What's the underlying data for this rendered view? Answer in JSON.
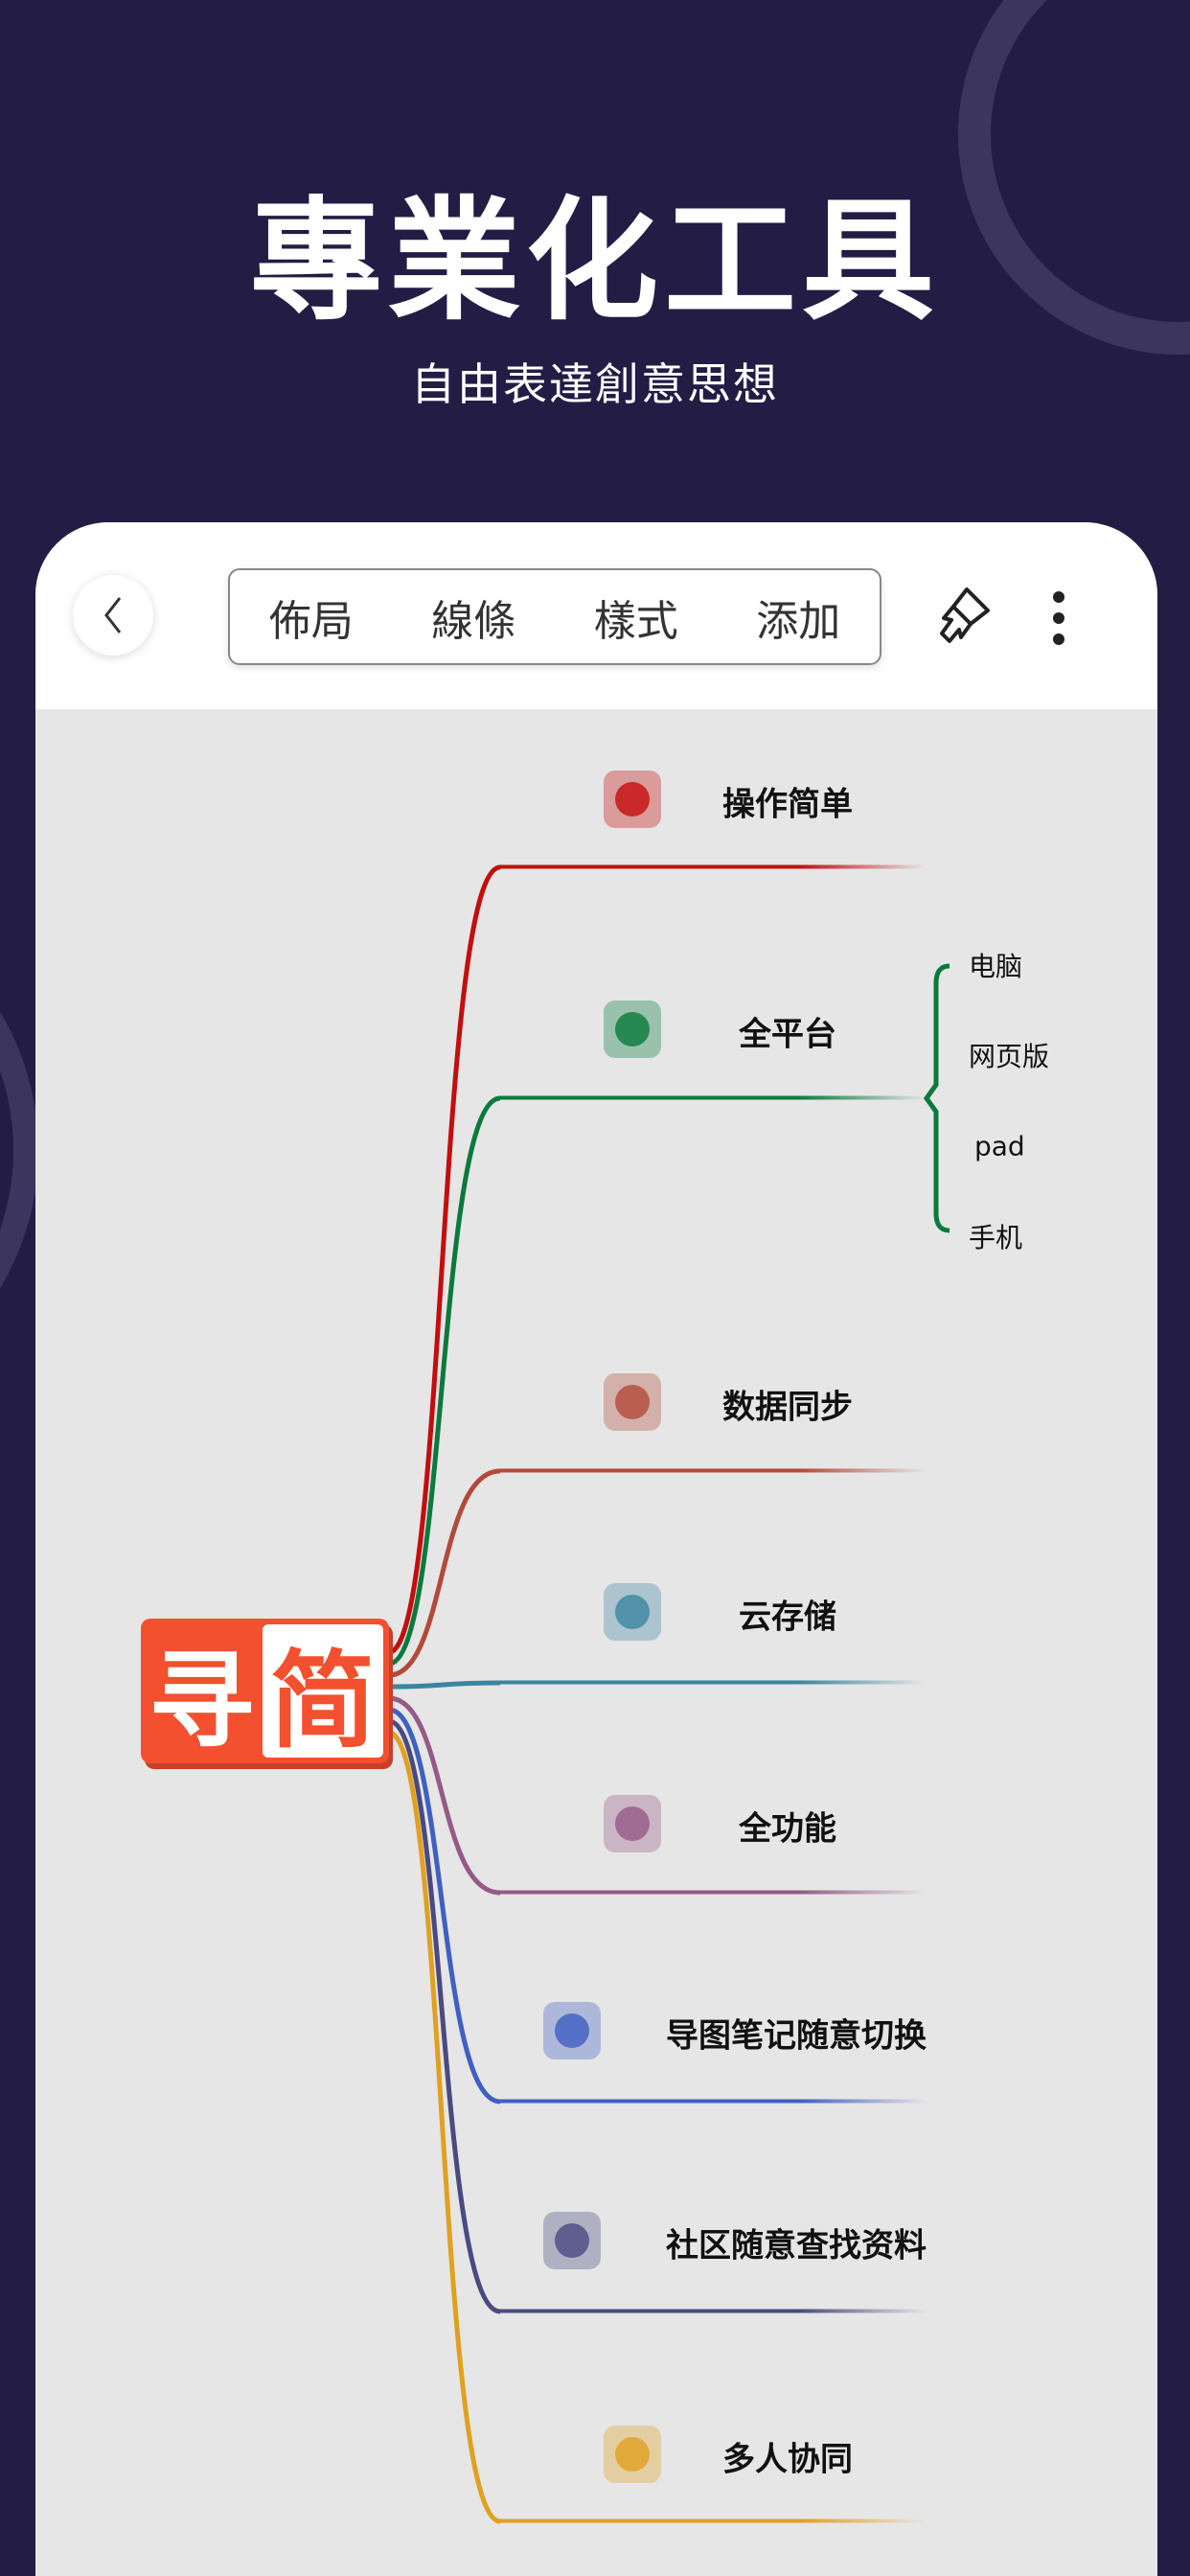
{
  "hero": {
    "title": "專業化工具",
    "subtitle": "自由表達創意思想"
  },
  "toolbar": {
    "tabs": [
      "佈局",
      "線條",
      "樣式",
      "添加"
    ]
  },
  "logo": {
    "left": "寻",
    "right": "简"
  },
  "mindmap": {
    "branches": [
      {
        "label": "操作简单",
        "color": "#c40d0d",
        "icon": "pointer-hand-icon"
      },
      {
        "label": "全平台",
        "color": "#0a7a3c",
        "icon": "multi-device-icon",
        "children": [
          "电脑",
          "网页版",
          "pad",
          "手机"
        ]
      },
      {
        "label": "数据同步",
        "color": "#b24a3a",
        "icon": "data-sync-icon"
      },
      {
        "label": "云存储",
        "color": "#3b85a0",
        "icon": "cloud-icon"
      },
      {
        "label": "全功能",
        "color": "#955a86",
        "icon": "gold-medal-icon"
      },
      {
        "label": "导图笔记随意切换",
        "color": "#3f5fc2",
        "icon": "clipboard-icon"
      },
      {
        "label": "社区随意查找资料",
        "color": "#4a4a82",
        "icon": "community-icon"
      },
      {
        "label": "多人协同",
        "color": "#e0a020",
        "icon": "team-icon"
      }
    ]
  }
}
